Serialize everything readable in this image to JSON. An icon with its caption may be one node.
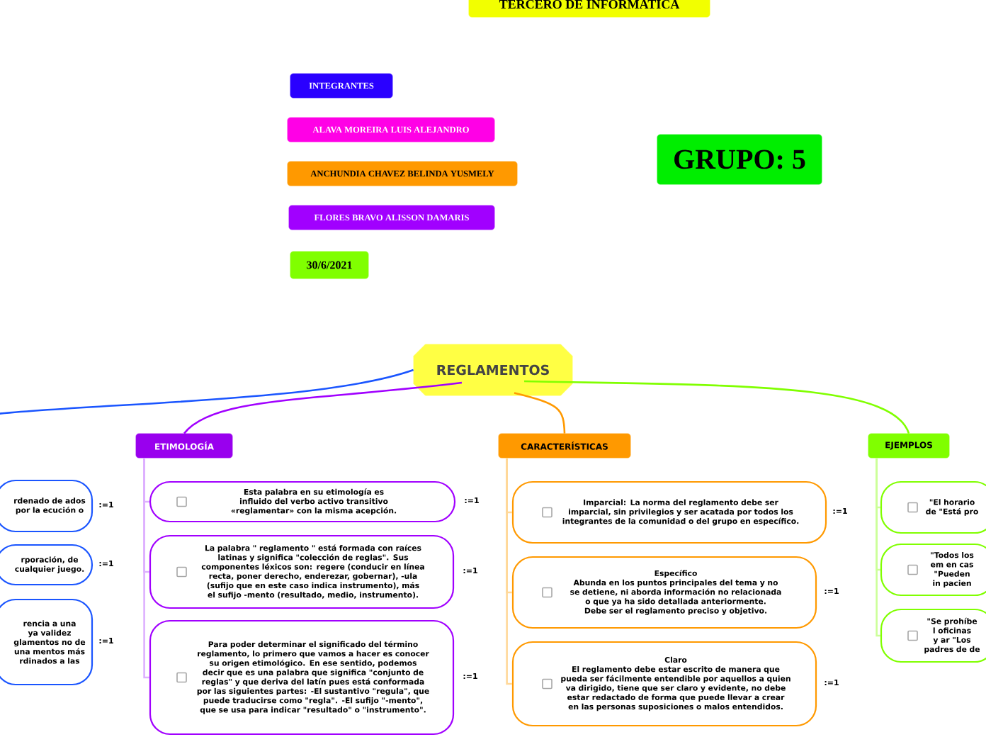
{
  "diagram": {
    "nodes": [
      {
        "text": [
          "TERCERO DE INFORMATICA"
        ]
      },
      {
        "text": [
          "INTEGRANTES"
        ]
      },
      {
        "text": [
          "ALAVA MOREIRA LUIS ALEJANDRO"
        ]
      },
      {
        "text": [
          "ANCHUNDIA CHAVEZ BELINDA YUSMELY"
        ]
      },
      {
        "text": [
          "FLORES BRAVO ALISSON DAMARIS"
        ]
      },
      {
        "text": [
          "30/6/2021"
        ]
      },
      {
        "text": [
          "GRUPO: 5"
        ]
      },
      {
        "text": [
          "REGLAMENTOS"
        ]
      },
      {
        "text": [
          "rdenado de ados por la ecución o"
        ],
        "beside": [
          ":=1"
        ]
      },
      {
        "text": [
          "rporación, de cualquier juego."
        ],
        "beside": [
          ":=1"
        ]
      },
      {
        "text": [
          "rencia a una ya validez glamentos no de una mentos más rdinados a las"
        ],
        "beside": [
          ":=1"
        ]
      },
      {
        "text": [
          "ETIMOLOGÍA"
        ]
      },
      {
        "text": [
          "Esta palabra en su etimología es influido del verbo activo transitivo «reglamentar» con la misma acepción."
        ],
        "beside": [
          ":=1"
        ]
      },
      {
        "text": [
          "La palabra \" reglamento \" está formada con raíces latinas y significa \"colección de reglas\". Sus componentes léxicos son: regere (conducir en línea recta, poner derecho, enderezar, gobernar), -ula (sufijo que en este caso indica instrumento), más el sufijo -mento (resultado, medio, instrumento)."
        ],
        "beside": [
          ":=1"
        ]
      },
      {
        "text": [
          "Para poder determinar el significado del término reglamento, lo primero que vamos a hacer es conocer su origen etimológico. En ese sentido, podemos decir que es una palabra que significa \"conjunto de reglas\" y que deriva del latín pues está conformada por las siguientes partes: -El sustantivo \"regula\", que puede traducirse como \"regla\". -El sufijo \"-mento\", que se usa para indicar \"resultado\" o \"instrumento\"."
        ],
        "beside": [
          ":=1"
        ]
      },
      {
        "text": [
          "CARACTERÍSTICAS"
        ]
      },
      {
        "text": [
          "Imparcial: La norma del reglamento debe ser imparcial, sin privilegios y ser acatada por todos los integrantes de la comunidad o del grupo en específico."
        ],
        "beside": [
          ":=1"
        ]
      },
      {
        "text": [
          "Específico",
          "Abunda en los puntos principales del tema y no se detiene, ni aborda información no relacionada o que ya ha sido detallada anteriormente. Debe ser el reglamento preciso y objetivo."
        ],
        "beside": [
          ":=1"
        ]
      },
      {
        "text": [
          "Claro",
          "El reglamento debe estar escrito de manera que pueda ser fácilmente entendible por aquellos a quien va dirigido, tiene que ser claro y evidente, no debe estar redactado de forma que puede llevar a crear en las personas suposiciones o malos entendidos."
        ],
        "beside": [
          ":=1"
        ]
      },
      {
        "text": [
          "EJEMPLOS"
        ]
      },
      {
        "text": [
          "\"El horario de \"Está pro"
        ]
      },
      {
        "text": [
          "\"Todos los em en cas \"Pueden in pacien"
        ]
      },
      {
        "text": [
          "\"Se prohíbe l oficinas y ar \"Los padres de de"
        ]
      }
    ],
    "edges": [
      {
        "from": 7,
        "to": null,
        "arrow": "none",
        "color": "#1a55ff"
      },
      {
        "from": 7,
        "to": 11,
        "arrow": "none",
        "color": "#a100ff"
      },
      {
        "from": 7,
        "to": 15,
        "arrow": "none",
        "color": "#ff9900"
      },
      {
        "from": 7,
        "to": 19,
        "arrow": "none",
        "color": "#80ff00"
      },
      {
        "from": 11,
        "to": 12,
        "arrow": "none",
        "color": "#ddb0ff"
      },
      {
        "from": 11,
        "to": 13,
        "arrow": "none",
        "color": "#ddb0ff"
      },
      {
        "from": 11,
        "to": 14,
        "arrow": "none",
        "color": "#ddb0ff"
      },
      {
        "from": 15,
        "to": 16,
        "arrow": "none",
        "color": "#ffd899"
      },
      {
        "from": 15,
        "to": 17,
        "arrow": "none",
        "color": "#ffd899"
      },
      {
        "from": 15,
        "to": 18,
        "arrow": "none",
        "color": "#ffd899"
      },
      {
        "from": 19,
        "to": 20,
        "arrow": "none",
        "color": "#ccff99"
      },
      {
        "from": 19,
        "to": 21,
        "arrow": "none",
        "color": "#ccff99"
      },
      {
        "from": 19,
        "to": 22,
        "arrow": "none",
        "color": "#ccff99"
      }
    ]
  }
}
